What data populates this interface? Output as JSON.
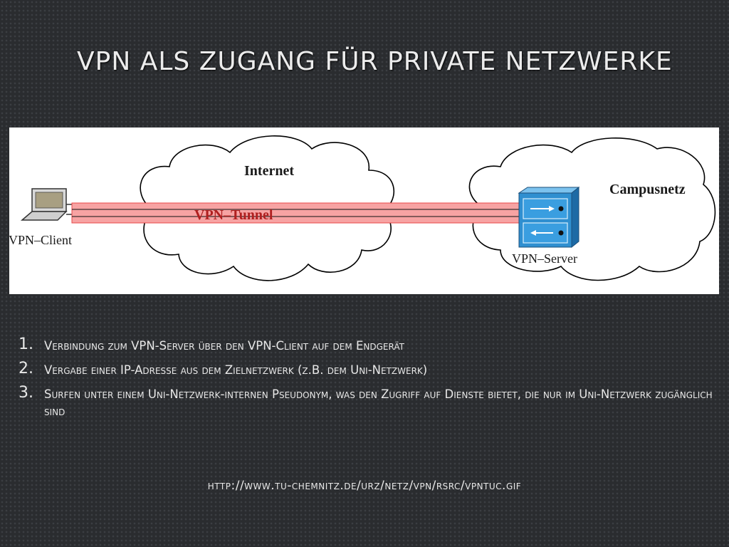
{
  "slide": {
    "title": "VPN als Zugang für private Netzwerke"
  },
  "diagram": {
    "cloud_internet_label": "Internet",
    "cloud_campus_label": "Campusnetz",
    "tunnel_label": "VPN–Tunnel",
    "client_label": "VPN–Client",
    "server_label": "VPN–Server",
    "colors": {
      "tunnel_fill": "#f7a3a3",
      "tunnel_stroke": "#e84848",
      "tunnel_text": "#b02020",
      "server_blue": "#2f8fd0"
    },
    "icons": [
      "laptop-icon",
      "server-icon"
    ]
  },
  "steps": [
    {
      "number": "1.",
      "text": "Verbindung zum VPN-Server über den VPN-Client auf dem Endgerät"
    },
    {
      "number": "2.",
      "text": "Vergabe einer IP-Adresse aus dem Zielnetzwerk (z.B. dem Uni-Netzwerk)"
    },
    {
      "number": "3.",
      "text": "Surfen unter einem Uni-Netzwerk-internen Pseudonym, was den Zugriff auf Dienste bietet, die nur im Uni-Netzwerk zugänglich sind"
    }
  ],
  "source": {
    "url": "http://www.tu-chemnitz.de/urz/netz/vpn/rsrc/vpntuc.gif"
  }
}
